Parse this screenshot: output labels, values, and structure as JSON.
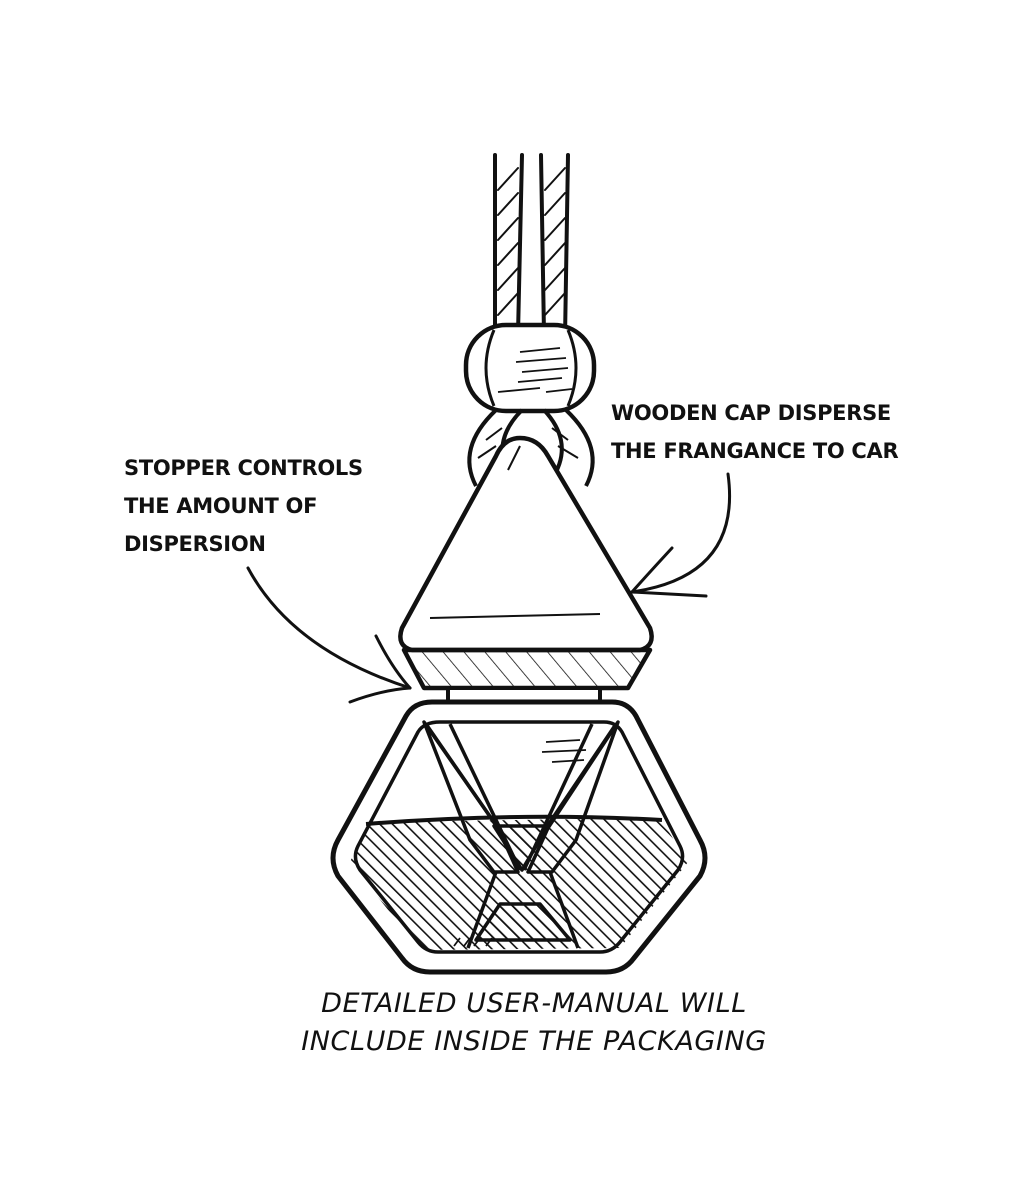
{
  "labels": {
    "stopper": {
      "line1": "STOPPER CONTROLS",
      "line2": "THE AMOUNT OF",
      "line3": "DISPERSION"
    },
    "cap": {
      "line1": "WOODEN CAP DISPERSE",
      "line2": "THE FRANGANCE TO CAR"
    }
  },
  "caption": {
    "line1": "DETAILED USER-MANUAL WILL",
    "line2": "INCLUDE INSIDE THE PACKAGING"
  },
  "colors": {
    "ink": "#111111",
    "background": "#ffffff"
  }
}
